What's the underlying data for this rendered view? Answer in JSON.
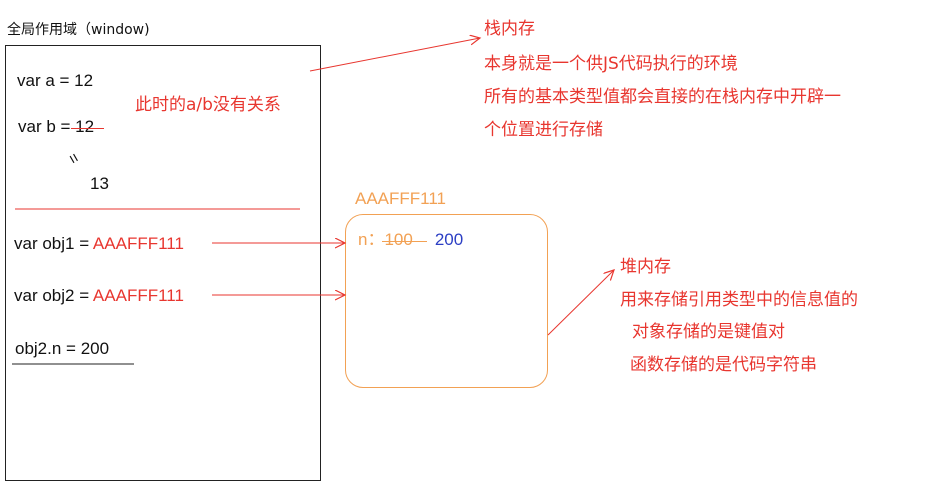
{
  "title": "全局作用域（window)",
  "stack": {
    "line_a": "var a  = 12",
    "line_b_prefix": "var b = ",
    "line_b_old": "12",
    "approx_symbol": "=",
    "line_b_new": "13",
    "obj1_prefix": "var obj1 = ",
    "obj1_value": "AAAFFF111",
    "obj2_prefix": "var obj2 = ",
    "obj2_value": "AAAFFF111",
    "assign": "obj2.n  = 200"
  },
  "note_ab": "此时的a/b没有关系",
  "stack_label": {
    "heading": "栈内存",
    "line1": "本身就是一个供JS代码执行的环境",
    "line2": "所有的基本类型值都会直接的在栈内存中开辟一",
    "line3": "个位置进行存储"
  },
  "heap": {
    "address": "AAAFFF111",
    "key": "n：",
    "old_value": "100",
    "new_value": "200"
  },
  "heap_label": {
    "heading": "堆内存",
    "line1": "用来存储引用类型中的信息值的",
    "line2": "对象存储的是键值对",
    "line3": "函数存储的是代码字符串"
  },
  "colors": {
    "annotation_red": "#e8362f",
    "heap_orange": "#f2a154",
    "new_value_blue": "#2c3fc4"
  }
}
